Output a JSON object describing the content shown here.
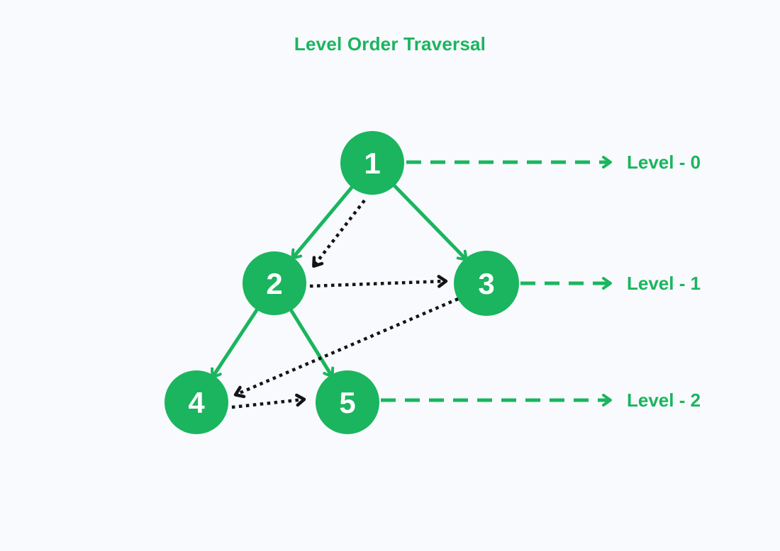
{
  "diagram": {
    "title": "Level Order Traversal",
    "type": "binary-tree-level-order-traversal",
    "nodes": [
      {
        "id": "1",
        "label": "1",
        "level": 0
      },
      {
        "id": "2",
        "label": "2",
        "level": 1
      },
      {
        "id": "3",
        "label": "3",
        "level": 1
      },
      {
        "id": "4",
        "label": "4",
        "level": 2
      },
      {
        "id": "5",
        "label": "5",
        "level": 2
      }
    ],
    "levels": [
      {
        "index": 0,
        "label": "Level - 0"
      },
      {
        "index": 1,
        "label": "Level - 1"
      },
      {
        "index": 2,
        "label": "Level - 2"
      }
    ],
    "tree_edges": [
      {
        "from": "1",
        "to": "2"
      },
      {
        "from": "1",
        "to": "3"
      },
      {
        "from": "2",
        "to": "4"
      },
      {
        "from": "2",
        "to": "5"
      }
    ],
    "traversal_order": [
      {
        "from": "1",
        "to": "2"
      },
      {
        "from": "2",
        "to": "3"
      },
      {
        "from": "3",
        "to": "4"
      },
      {
        "from": "4",
        "to": "5"
      }
    ],
    "colors": {
      "green": "#1AB55E",
      "traversal_black": "#141414",
      "background": "#F8FAFD",
      "node_text": "#FFFFFF"
    }
  }
}
